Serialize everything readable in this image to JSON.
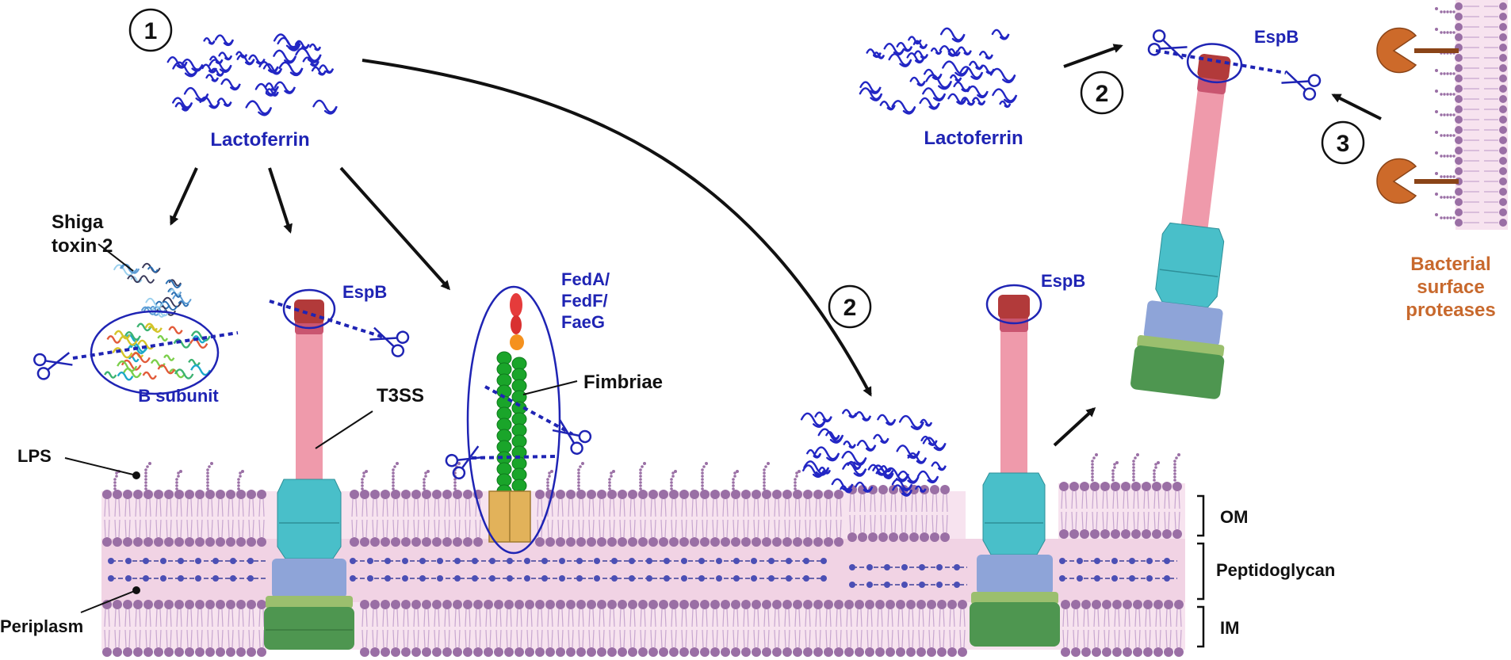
{
  "colors": {
    "membrane_band": "#f7e3ef",
    "periplasm_band": "#f1d3e4",
    "lipid_head": "#9a6fa5",
    "lipid_tail": "#c7a6cf",
    "lps": "#9a6fa5",
    "lactoferrin": "#2226c4",
    "label_blue": "#1f24b4",
    "needle": "#ef9aab",
    "tip": "#b23a3a",
    "t3ss_upper": "#49bfc9",
    "t3ss_mid": "#8ea4d8",
    "t3ss_low_light": "#9bbf6e",
    "t3ss_low_dark": "#4e9650",
    "fimbriae": "#1aa52a",
    "fimbria_base": "#e2b25a",
    "protease": "#cd6a2a"
  },
  "steps": {
    "one": "1",
    "two_a": "2",
    "two_b": "2",
    "three": "3"
  },
  "labels": {
    "lactoferrin_left": "Lactoferrin",
    "lactoferrin_right": "Lactoferrin",
    "shiga_line1": "Shiga",
    "shiga_line2": "toxin 2",
    "b_subunit": "B subunit",
    "espb_left": "EspB",
    "espb_middle": "EspB",
    "espb_right": "EspB",
    "t3ss": "T3SS",
    "fed_line1": "FedA/",
    "fed_line2": "FedF/",
    "fed_line3": "FaeG",
    "fimbriae": "Fimbriae",
    "lps": "LPS",
    "periplasm": "Periplasm",
    "om": "OM",
    "peptidoglycan": "Peptidoglycan",
    "im": "IM",
    "protease_line1": "Bacterial",
    "protease_line2": "surface",
    "protease_line3": "proteases"
  }
}
